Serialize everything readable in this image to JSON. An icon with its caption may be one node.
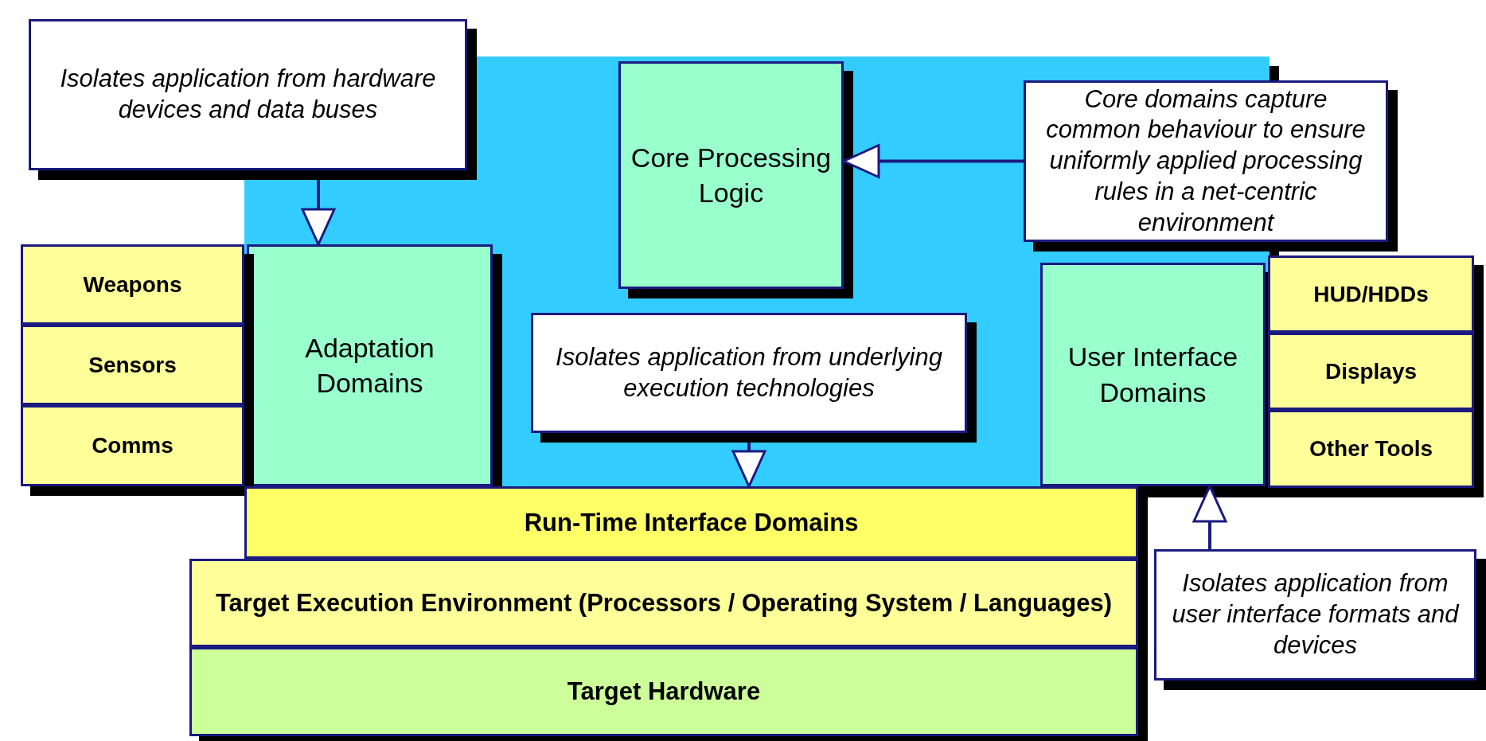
{
  "diagram": {
    "nodes": [
      {
        "text": [],
        "shape": "box"
      },
      {
        "text": [
          "Isolates application from hardware devices and data buses"
        ]
      },
      {
        "text": [
          "Core Processing Logic"
        ],
        "in": 0
      },
      {
        "text": [
          "Core domains capture common behaviour to ensure uniformly applied processing rules in a net-centric environment"
        ]
      },
      {
        "text": [
          "Weapons"
        ]
      },
      {
        "text": [
          "Sensors"
        ]
      },
      {
        "text": [
          "Comms"
        ]
      },
      {
        "text": [
          "Adaptation Domains"
        ],
        "in": 0
      },
      {
        "text": [
          "Isolates application from underlying execution technologies"
        ],
        "in": 0
      },
      {
        "text": [
          "User Interface Domains"
        ],
        "in": 0
      },
      {
        "text": [
          "HUD/HDDs"
        ]
      },
      {
        "text": [
          "Displays"
        ]
      },
      {
        "text": [
          "Other Tools"
        ]
      },
      {
        "text": [
          "Run-Time Interface Domains"
        ]
      },
      {
        "text": [
          "Target Execution Environment (Processors / Operating System / Languages)"
        ]
      },
      {
        "text": [
          "Isolates application from user interface formats and devices"
        ]
      },
      {
        "text": [
          "Target Hardware"
        ]
      }
    ],
    "edges": [
      {
        "from": 1,
        "to": 7,
        "arrow": "to"
      },
      {
        "from": 3,
        "to": 2,
        "arrow": "to"
      },
      {
        "from": 8,
        "to": 13,
        "arrow": "to"
      },
      {
        "from": 15,
        "to": 9,
        "arrow": "to"
      }
    ]
  }
}
